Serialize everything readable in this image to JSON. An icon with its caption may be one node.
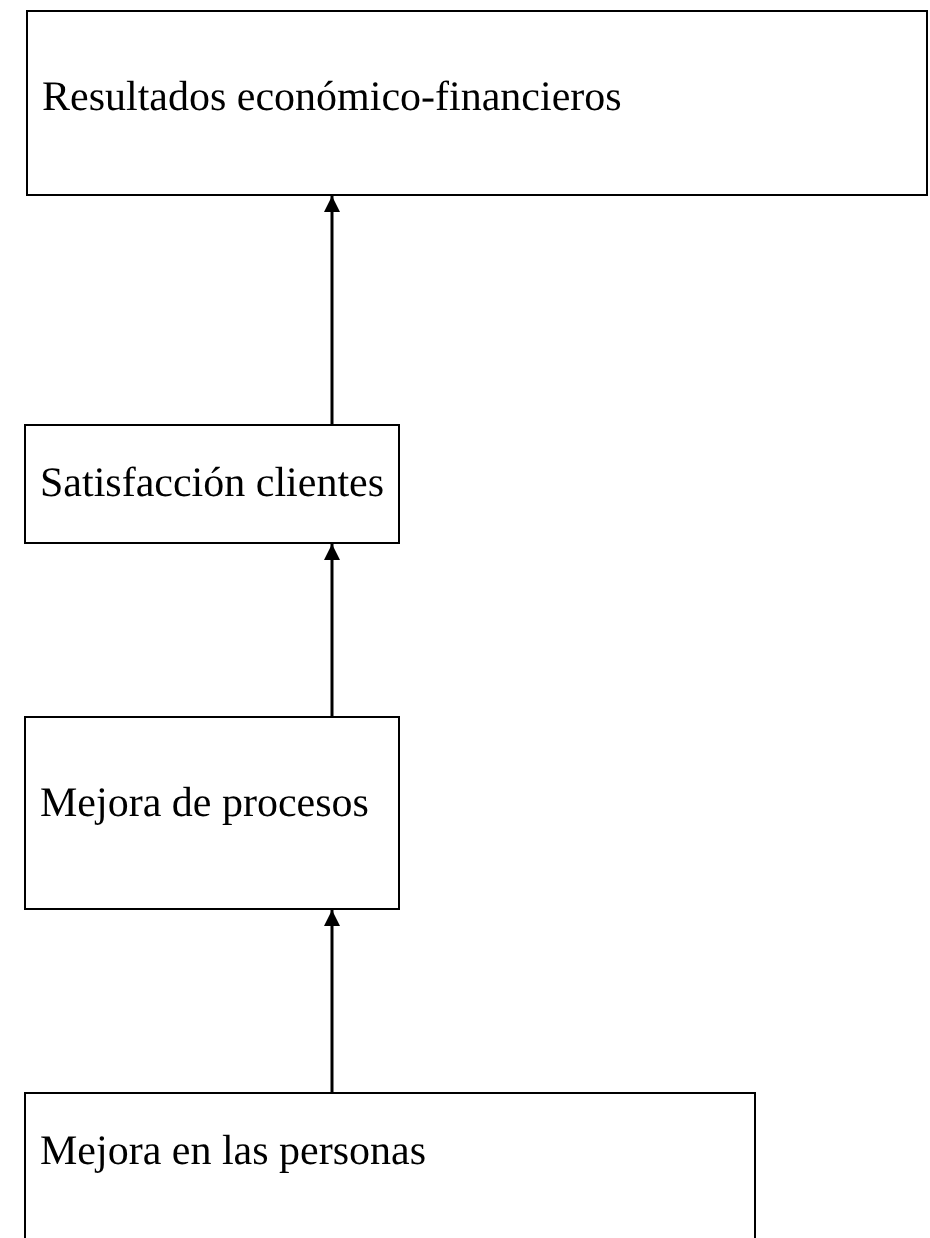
{
  "diagram": {
    "nodes": [
      {
        "text": [
          "Resultados económico-financieros"
        ]
      },
      {
        "text": [
          "Satisfacción clientes"
        ]
      },
      {
        "text": [
          "Mejora de procesos"
        ]
      },
      {
        "text": [
          "Mejora en las personas"
        ]
      }
    ],
    "edges": [
      {
        "from": 3,
        "to": 2,
        "arrow": "to"
      },
      {
        "from": 2,
        "to": 1,
        "arrow": "to"
      },
      {
        "from": 1,
        "to": 0,
        "arrow": "to"
      }
    ]
  }
}
